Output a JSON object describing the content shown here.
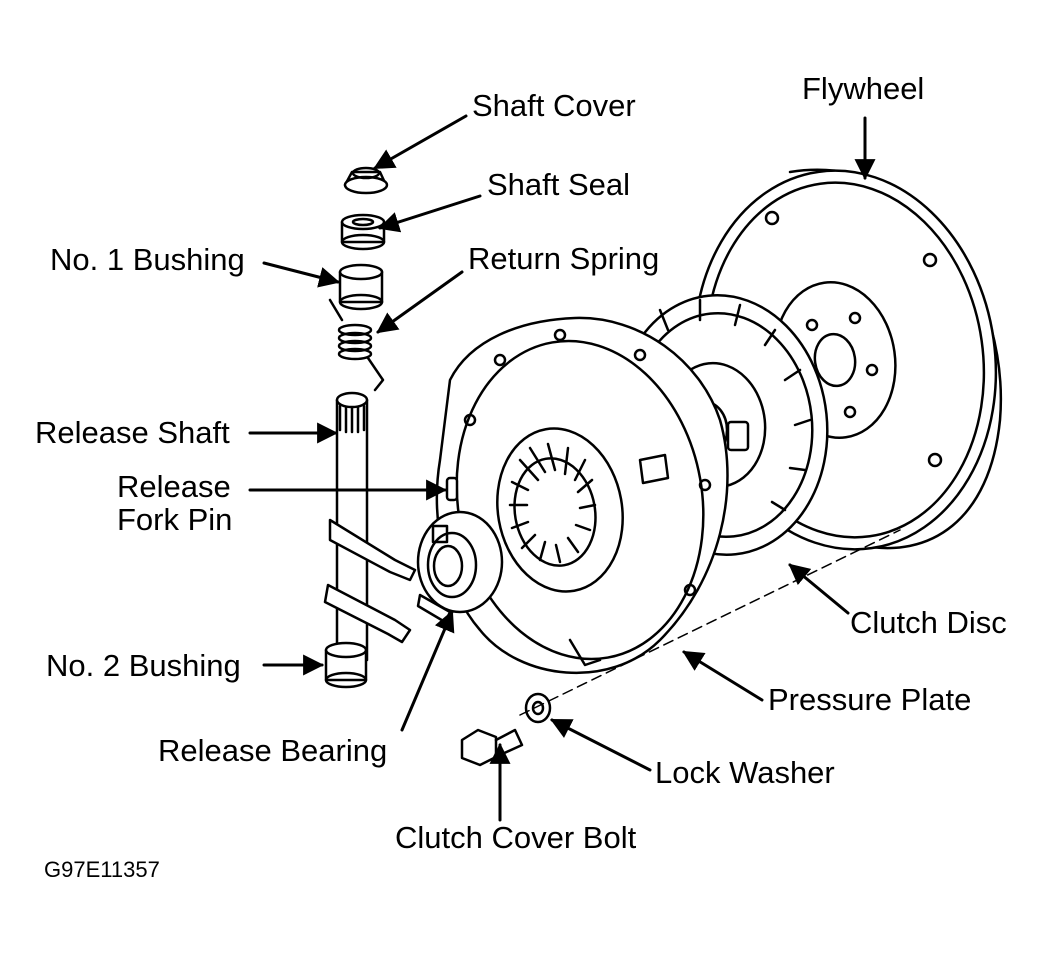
{
  "labels": {
    "shaft_cover": "Shaft Cover",
    "shaft_seal": "Shaft Seal",
    "no1_bushing": "No. 1 Bushing",
    "return_spring": "Return Spring",
    "release_shaft": "Release Shaft",
    "release_fork_pin_line1": "Release",
    "release_fork_pin_line2": "Fork Pin",
    "no2_bushing": "No. 2 Bushing",
    "release_bearing": "Release Bearing",
    "clutch_cover_bolt": "Clutch Cover Bolt",
    "lock_washer": "Lock Washer",
    "pressure_plate": "Pressure Plate",
    "clutch_disc": "Clutch Disc",
    "flywheel": "Flywheel"
  },
  "figure_id": "G97E11357",
  "colors": {
    "ink": "#000000",
    "paper": "#ffffff"
  }
}
